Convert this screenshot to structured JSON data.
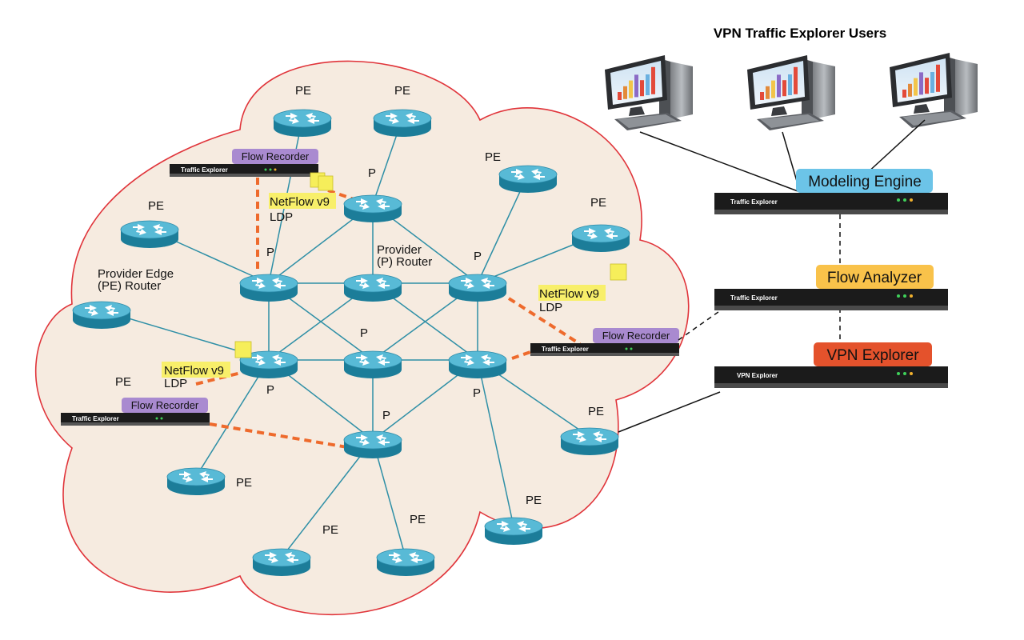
{
  "header": {
    "title": "VPN  Traffic Explorer Users"
  },
  "labels": {
    "pe": "PE",
    "p": "P",
    "provider_edge_router": [
      "Provider Edge",
      "(PE) Router"
    ],
    "provider_router": [
      "Provider",
      "(P) Router"
    ],
    "netflow": "NetFlow v9",
    "ldp": "LDP"
  },
  "appliances": {
    "flow_recorder_tag": "Flow Recorder",
    "traffic_explorer": "Traffic Explorer",
    "vpn_explorer": "VPN Explorer",
    "modeling_engine": "Modeling Engine",
    "flow_analyzer": "Flow Analyzer",
    "vpn_explorer_tag": "VPN Explorer"
  },
  "colors": {
    "cloud_fill": "#f6ebe0",
    "cloud_stroke": "#e0343a",
    "link": "#2e8fa6",
    "flow_dash": "#ee6a2c",
    "router_top": "#58bad6",
    "router_side": "#1c7d99",
    "modeling_tag": "#6cc4e8",
    "analyzer_tag": "#f9c24a",
    "vpn_tag": "#e4522c",
    "recorder_tag": "#a98ad0",
    "note": "#f6ee5a"
  },
  "icons": [
    "router-icon",
    "workstation-icon",
    "rack-appliance-icon",
    "sticky-note-icon"
  ]
}
